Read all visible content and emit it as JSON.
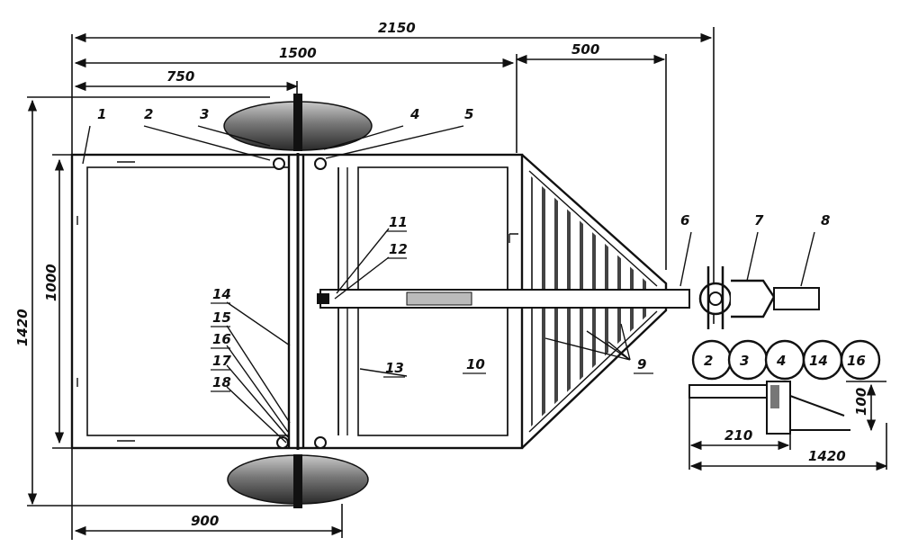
{
  "dimensions": {
    "overall_length": "2150",
    "frame_length": "1500",
    "drawbar_length": "500",
    "axle_position": "750",
    "track_width": "900",
    "overall_width": "1420",
    "frame_width": "1000",
    "detail_length": "210",
    "detail_total": "1420",
    "detail_height": "100"
  },
  "callouts": {
    "c1": "1",
    "c2": "2",
    "c3": "3",
    "c4": "4",
    "c5": "5",
    "c6": "6",
    "c7": "7",
    "c8": "8",
    "c9": "9",
    "c10": "10",
    "c11": "11",
    "c12": "12",
    "c13": "13",
    "c14": "14",
    "c15": "15",
    "c16": "16",
    "c17": "17",
    "c18": "18"
  },
  "detail_circles": [
    "2",
    "3",
    "4",
    "14",
    "16"
  ]
}
